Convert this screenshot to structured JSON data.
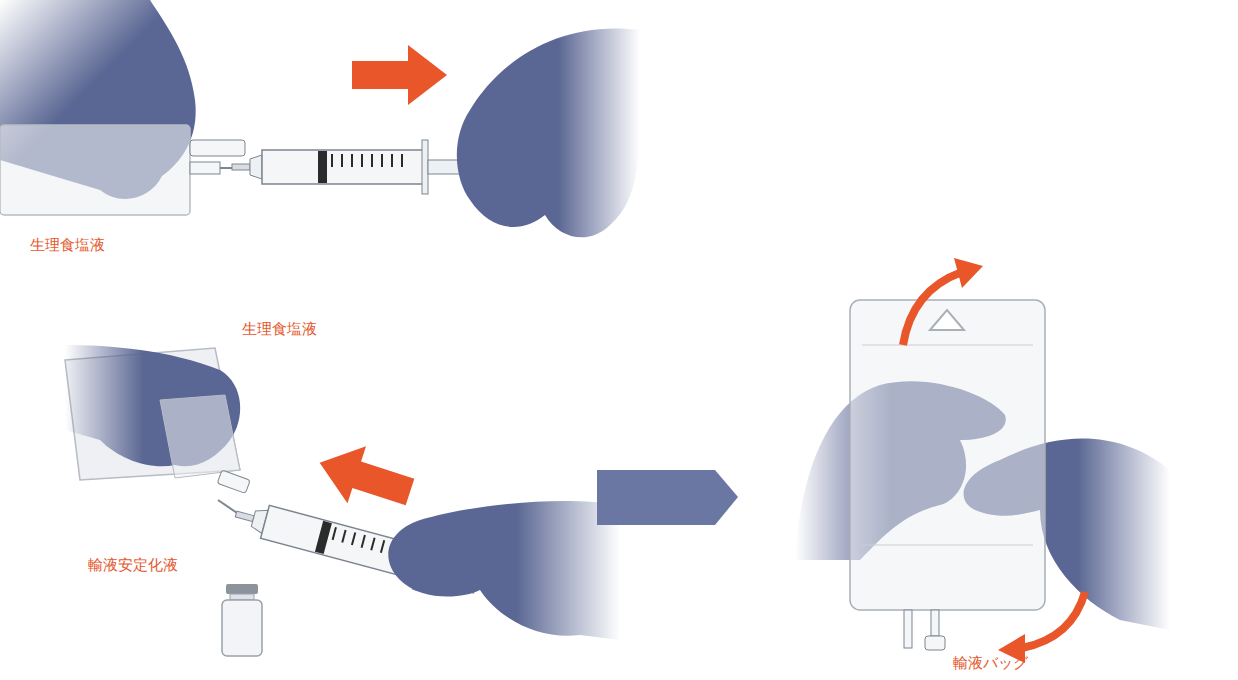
{
  "diagram": {
    "labels": [
      "生理食塩液",
      "生理食塩液",
      "輸液安定化液",
      "輸液バッグ"
    ]
  }
}
